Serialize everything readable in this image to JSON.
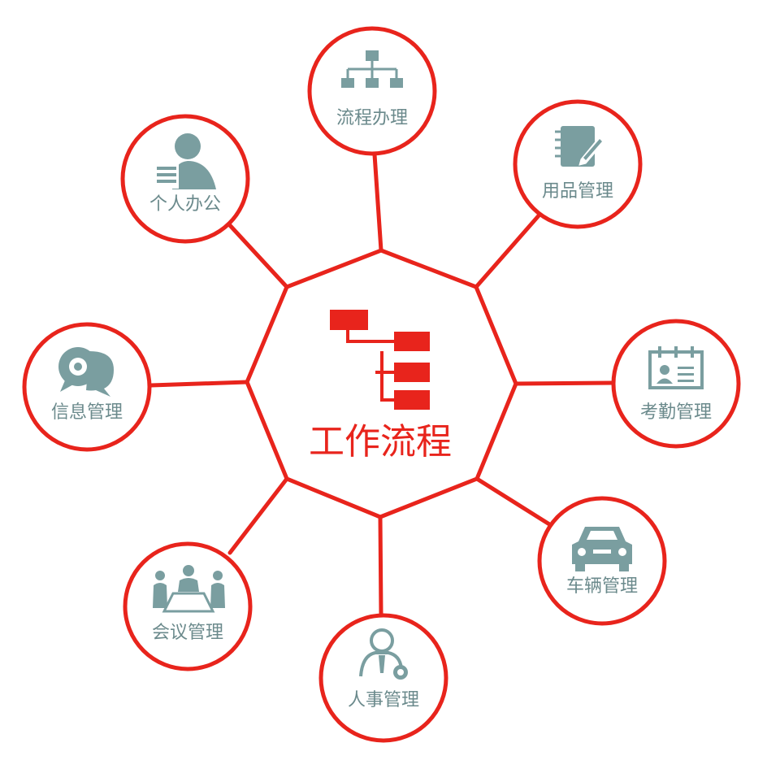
{
  "colors": {
    "accent": "#e8241c",
    "icon": "#7a9ea0",
    "label": "#6b8a8c",
    "background": "#ffffff"
  },
  "center": {
    "title": "工作流程",
    "icon": "workflow-icon"
  },
  "nodes": [
    {
      "id": "workflow-process",
      "label": "流程办理",
      "icon": "org-chart-icon"
    },
    {
      "id": "supplies",
      "label": "用品管理",
      "icon": "notebook-pen-icon"
    },
    {
      "id": "attendance",
      "label": "考勤管理",
      "icon": "id-card-calendar-icon"
    },
    {
      "id": "vehicle",
      "label": "车辆管理",
      "icon": "car-icon"
    },
    {
      "id": "personnel",
      "label": "人事管理",
      "icon": "person-gear-icon"
    },
    {
      "id": "meeting",
      "label": "会议管理",
      "icon": "meeting-people-icon"
    },
    {
      "id": "information",
      "label": "信息管理",
      "icon": "chat-gear-icon"
    },
    {
      "id": "personal-office",
      "label": "个人办公",
      "icon": "person-document-icon"
    }
  ]
}
